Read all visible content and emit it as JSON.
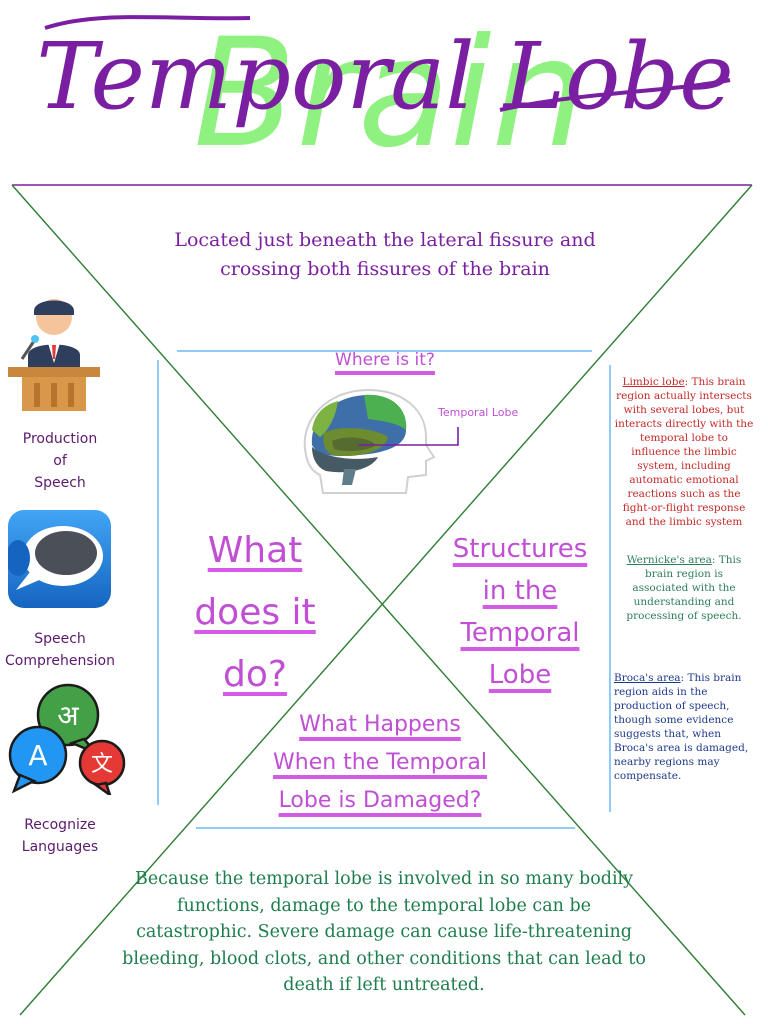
{
  "title": {
    "background_word": "Brain",
    "main": "Temporal Lobe"
  },
  "location": {
    "text": "Located just beneath the lateral fissure and crossing both fissures of the brain"
  },
  "headings": {
    "where": "Where is it?",
    "what_lines": [
      "What",
      "does it",
      "do?"
    ],
    "structures_lines": [
      "Structures",
      "in the",
      "Temporal",
      "Lobe"
    ],
    "damage_lines": [
      "What Happens",
      "When the Temporal",
      "Lobe is Damaged?"
    ]
  },
  "diagram": {
    "label": "Temporal Lobe"
  },
  "functions": [
    {
      "label_lines": [
        "Production",
        "of",
        "Speech"
      ],
      "icon": "speaker-podium-icon"
    },
    {
      "label_lines": [
        "Speech",
        "Comprehension"
      ],
      "icon": "speech-bubble-icon"
    },
    {
      "label_lines": [
        "Recognize",
        "Languages"
      ],
      "icon": "languages-icon"
    }
  ],
  "structures": [
    {
      "term": "Limbic lobe",
      "text": ": This brain region actually intersects with several lobes, but interacts directly with the temporal lobe to influence the limbic system, including automatic emotional reactions such as the fight-or-flight response and the limbic system"
    },
    {
      "term": "Wernicke's area",
      "text": ": This brain region is associated with the understanding and processing of speech."
    },
    {
      "term": "Broca's area",
      "text": ": This brain region aids in the production of speech, though some evidence suggests that, when Broca's area is damaged, nearby regions may compensate."
    }
  ],
  "consequence": {
    "text": "Because the temporal lobe is involved in so many bodily functions, damage to the temporal lobe can be catastrophic. Severe damage can cause life-threatening bleeding, blood clots, and other conditions that can lead to death if left untreated."
  },
  "colors": {
    "purple": "#7b1fa2",
    "green_highlight": "#7cf06a",
    "heading_pink": "#c04fd4",
    "text_green": "#1e7d4c",
    "note_red": "#c62828",
    "note_blue": "#1e3a8a"
  }
}
